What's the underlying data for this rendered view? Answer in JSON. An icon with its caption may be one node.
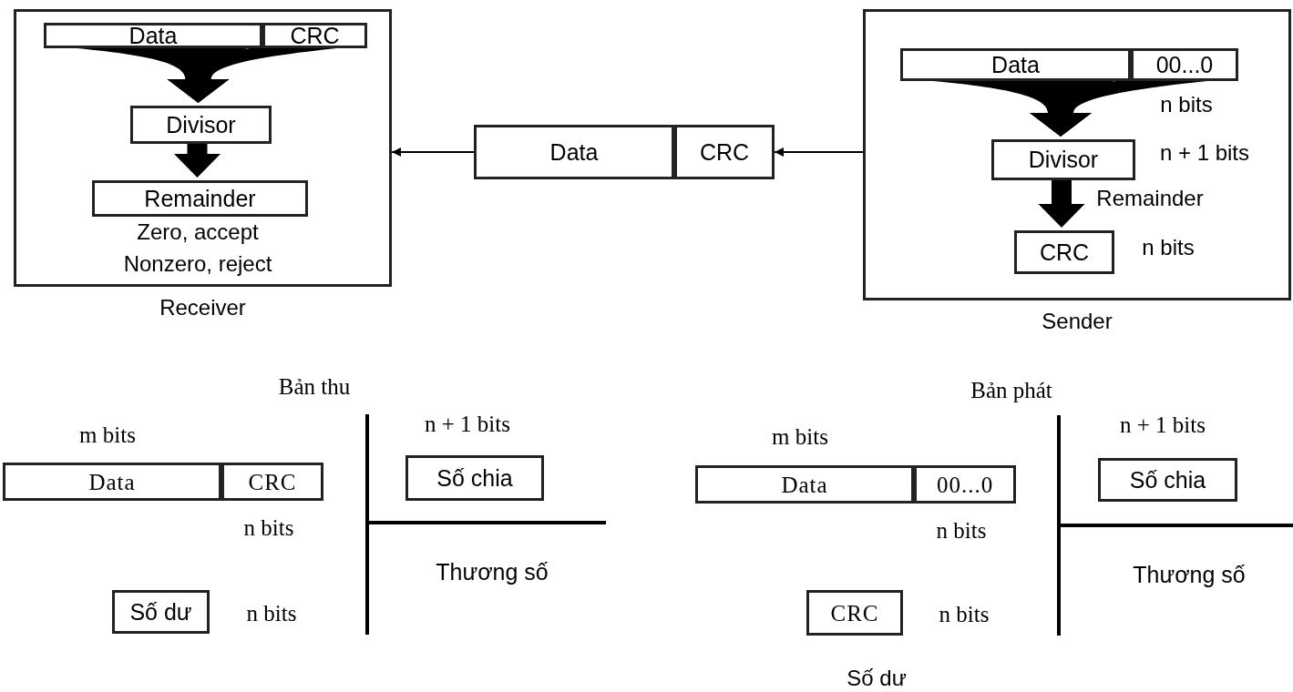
{
  "diagram": {
    "nodes": [
      {
        "text": [
          "Receiver"
        ]
      },
      {
        "text": [
          "Data"
        ],
        "in": 0
      },
      {
        "text": [
          "CRC"
        ],
        "in": 0
      },
      {
        "text": [
          "Divisor"
        ],
        "in": 0
      },
      {
        "text": [
          "Remainder"
        ],
        "in": 0,
        "beside": [
          "Zero, accept",
          "Nonzero, reject"
        ]
      },
      {
        "text": [
          "Data"
        ]
      },
      {
        "text": [
          "CRC"
        ]
      },
      {
        "text": [
          "Sender"
        ]
      },
      {
        "text": [
          "Data"
        ],
        "in": 7
      },
      {
        "text": [
          "00...0"
        ],
        "in": 7,
        "beside": [
          "n bits"
        ]
      },
      {
        "text": [
          "Divisor"
        ],
        "in": 7,
        "beside": [
          "n + 1 bits"
        ]
      },
      {
        "text": [
          "CRC"
        ],
        "in": 7,
        "beside": [
          "n bits"
        ]
      },
      {
        "text": [
          "Data"
        ],
        "beside": [
          "m bits"
        ]
      },
      {
        "text": [
          "CRC"
        ],
        "beside": [
          "n bits"
        ]
      },
      {
        "text": [
          "Số chia"
        ]
      },
      {
        "text": [
          "Số dư"
        ],
        "beside": [
          "n bits"
        ]
      },
      {
        "text": [
          "Data"
        ],
        "beside": [
          "m bits"
        ]
      },
      {
        "text": [
          "00...0"
        ],
        "beside": [
          "n bits"
        ]
      },
      {
        "text": [
          "Số chia"
        ]
      },
      {
        "text": [
          "CRC"
        ],
        "beside": [
          "n bits",
          "Số dư"
        ]
      }
    ],
    "edges": [
      {
        "from": 1,
        "to": 3,
        "arrow": "to",
        "style": "thick"
      },
      {
        "from": 2,
        "to": 3,
        "arrow": "to",
        "style": "thick"
      },
      {
        "from": 3,
        "to": 4,
        "arrow": "to",
        "style": "thick"
      },
      {
        "from": 7,
        "to": 6,
        "arrow": "to"
      },
      {
        "from": 5,
        "to": 0,
        "arrow": "to"
      },
      {
        "from": 8,
        "to": 10,
        "arrow": "to",
        "style": "thick"
      },
      {
        "from": 9,
        "to": 10,
        "arrow": "to",
        "style": "thick"
      },
      {
        "from": 10,
        "to": 11,
        "arrow": "to",
        "style": "thick",
        "label": "Remainder"
      }
    ],
    "labels": [
      "Bản thu",
      "n + 1 bits",
      "Thương số",
      "Bản phát",
      "n + 1 bits",
      "Thương số"
    ]
  }
}
